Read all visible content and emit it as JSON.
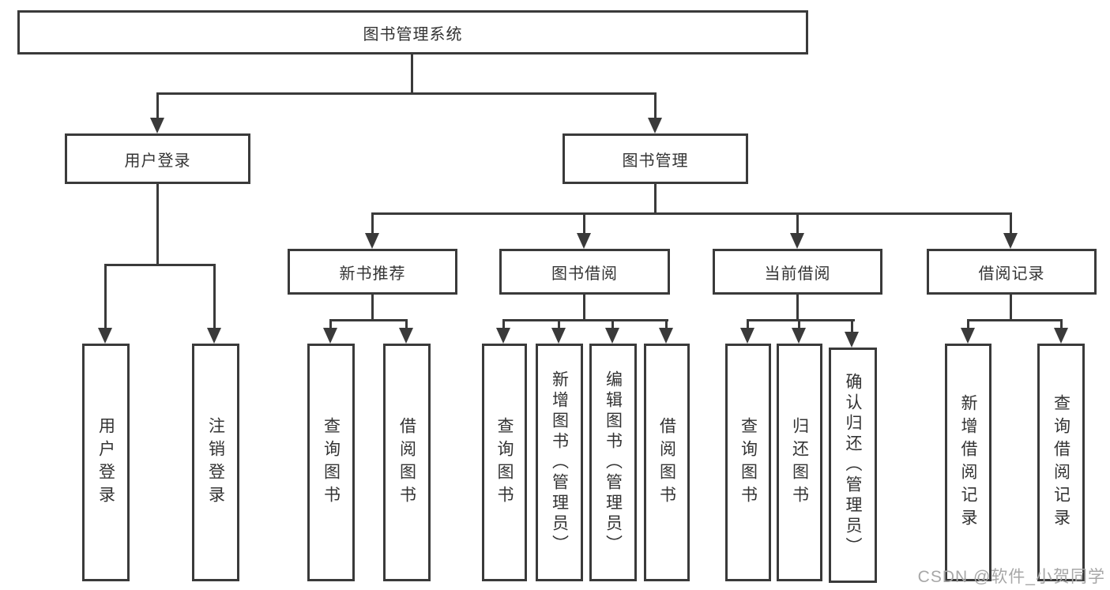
{
  "diagram_title": "图书管理系统",
  "colors": {
    "line": "#3a3a3a",
    "text": "#333333",
    "watermark": "#a7a7a7",
    "bg": "#ffffff"
  },
  "nodes": {
    "root": "图书管理系统",
    "user_login": "用户登录",
    "book_mgmt": "图书管理",
    "new_book_rec": "新书推荐",
    "book_borrow": "图书借阅",
    "current_borrow": "当前借阅",
    "borrow_records": "借阅记录",
    "leaf_user_login": "用户登录",
    "leaf_logout": "注销登录",
    "rec_query_books": "查询图书",
    "rec_borrow_books": "借阅图书",
    "bb_query_books": "查询图书",
    "bb_add_books": "新增图书（管理员）",
    "bb_edit_books": "编辑图书（管理员）",
    "bb_borrow_books": "借阅图书",
    "cb_query_books": "查询图书",
    "cb_return_books": "归还图书",
    "cb_confirm_return": "确认归还（管理员）",
    "br_add_record": "新增借阅记录",
    "br_query_record": "查询借阅记录"
  },
  "watermark": "CSDN @软件_小贺同学"
}
